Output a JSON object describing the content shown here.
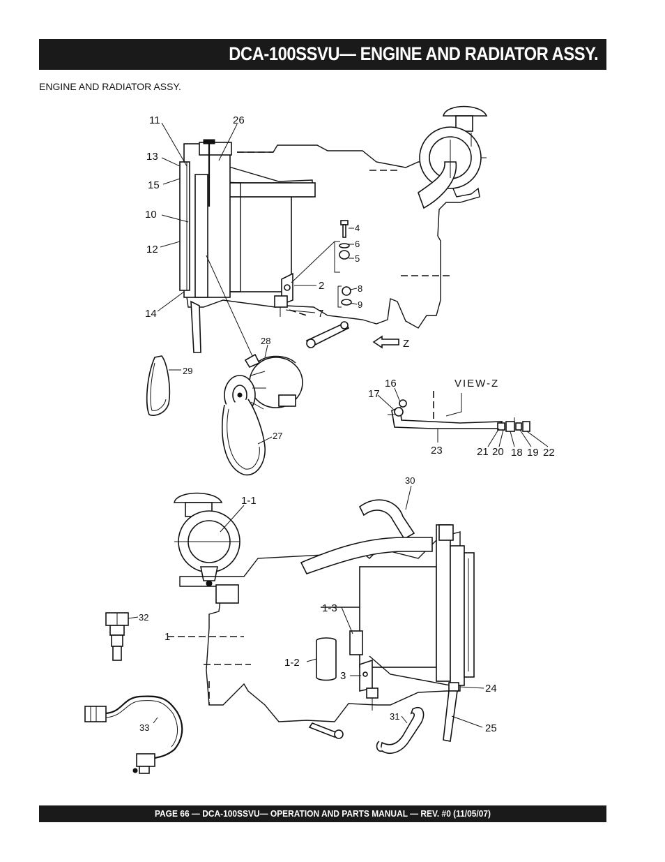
{
  "header": {
    "title": "DCA-100SSVU— ENGINE AND RADIATOR ASSY."
  },
  "section_title": "ENGINE AND RADIATOR ASSY.",
  "footer": {
    "text": "PAGE 66 — DCA-100SSVU— OPERATION AND PARTS MANUAL — REV. #0 (11/05/07)"
  },
  "callouts": {
    "c11": "11",
    "c26": "26",
    "c13": "13",
    "c15": "15",
    "c10": "10",
    "c12": "12",
    "c14": "14",
    "c4": "4",
    "c6": "6",
    "c5": "5",
    "c2": "2",
    "c8": "8",
    "c9": "9",
    "c7": "7",
    "cz": "Z",
    "c28": "28",
    "c29": "29",
    "c27": "27",
    "view_z": "VIEW-Z",
    "c16": "16",
    "c17": "17",
    "c23": "23",
    "c21": "21",
    "c20": "20",
    "c18": "18",
    "c19": "19",
    "c22": "22",
    "c30": "30",
    "c1_1": "1-1",
    "c32": "32",
    "c1": "1",
    "c1_3": "1-3",
    "c1_2": "1-2",
    "c3": "3",
    "c24": "24",
    "c31": "31",
    "c25": "25",
    "c33": "33"
  }
}
